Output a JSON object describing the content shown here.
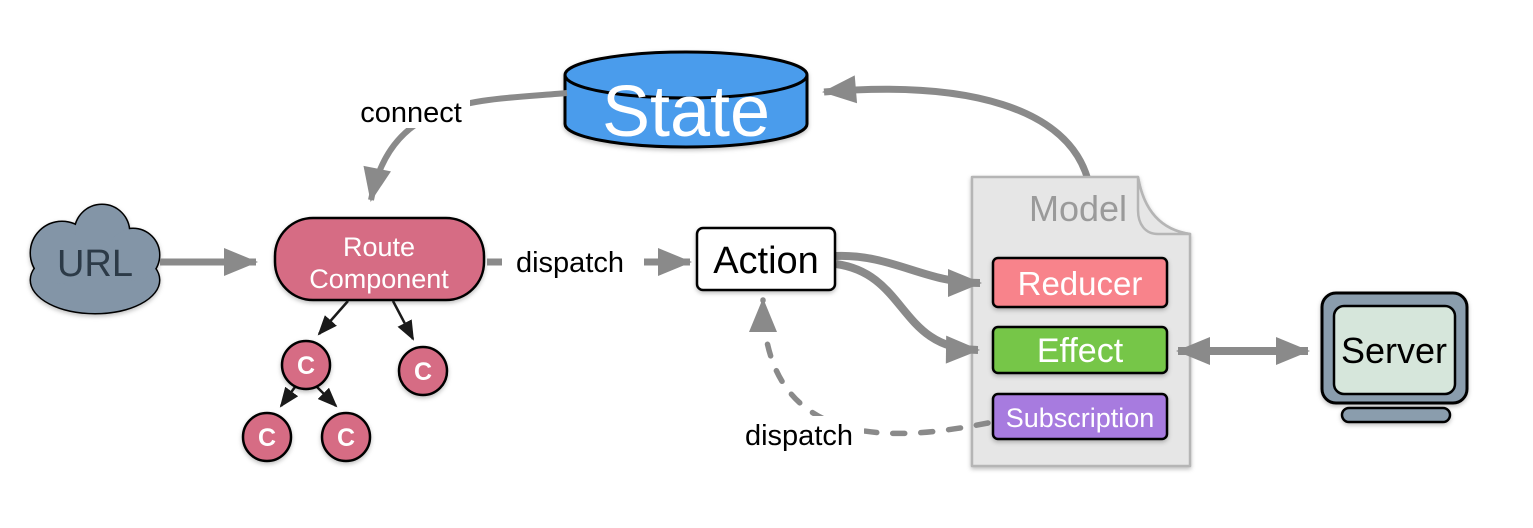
{
  "diagram": {
    "state": {
      "label": "State",
      "fill": "#4A9CEC"
    },
    "url": {
      "label": "URL",
      "fill": "#8395A7",
      "text_color": "#2C3A47"
    },
    "route_component": {
      "line1": "Route",
      "line2": "Component",
      "fill": "#D66C84"
    },
    "component_node": {
      "label": "C",
      "fill": "#D66C84"
    },
    "action": {
      "label": "Action",
      "fill": "#FFFFFF"
    },
    "model": {
      "label": "Model",
      "fill": "#E6E6E6",
      "border": "#B5B5B5",
      "text_color": "#9A9A9A"
    },
    "reducer": {
      "label": "Reducer",
      "fill": "#F8838B"
    },
    "effect": {
      "label": "Effect",
      "fill": "#76C648"
    },
    "subscription": {
      "label": "Subscription",
      "fill": "#A77BDF"
    },
    "server": {
      "label": "Server",
      "frame_fill": "#8A9DAD",
      "screen_fill": "#D6E6DB"
    },
    "labels": {
      "connect": "connect",
      "dispatch_route_to_action": "dispatch",
      "dispatch_subscription_to_action": "dispatch"
    },
    "colors": {
      "arrow": "#8A8A8A",
      "tree_arrow": "#1A1A1A",
      "outline": "#000000",
      "text_light": "#FFFFFF",
      "text_dark": "#000000"
    }
  }
}
